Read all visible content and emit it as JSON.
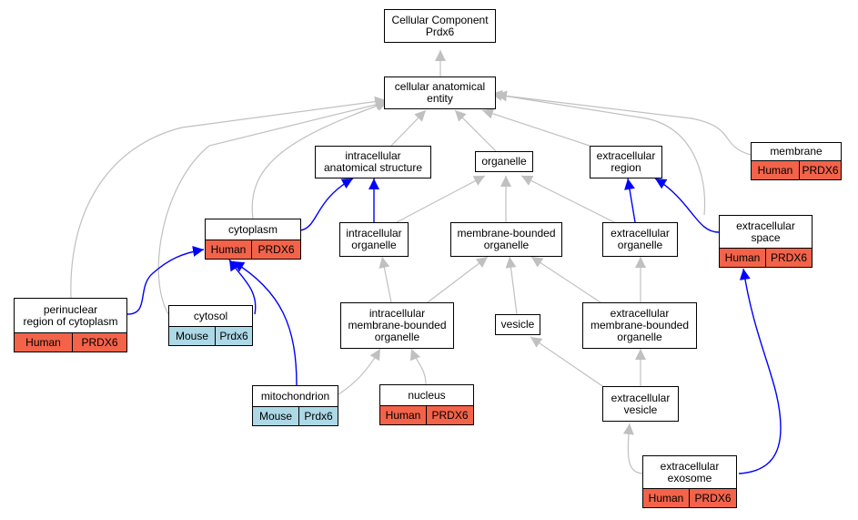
{
  "colors": {
    "human": "#f2634a",
    "mouse": "#add8e6",
    "edge_gray": "#c0c0c0",
    "edge_blue": "#0000ff"
  },
  "nodes": {
    "root": {
      "title": "Cellular Component\nPrdx6"
    },
    "cae": {
      "title": "cellular anatomical\nentity"
    },
    "ias": {
      "title": "intracellular\nanatomical structure"
    },
    "organelle": {
      "title": "organelle"
    },
    "exreg": {
      "title": "extracellular\nregion"
    },
    "membrane": {
      "title": "membrane",
      "species": "Human",
      "gene": "PRDX6"
    },
    "cytoplasm": {
      "title": "cytoplasm",
      "species": "Human",
      "gene": "PRDX6"
    },
    "io": {
      "title": "intracellular\norganelle"
    },
    "mbo": {
      "title": "membrane-bounded\norganelle"
    },
    "eo": {
      "title": "extracellular\norganelle"
    },
    "es": {
      "title": "extracellular\nspace",
      "species": "Human",
      "gene": "PRDX6"
    },
    "perinuclear": {
      "title": "perinuclear\nregion of cytoplasm",
      "species": "Human",
      "gene": "PRDX6"
    },
    "cytosol": {
      "title": "cytosol",
      "species": "Mouse",
      "gene": "Prdx6"
    },
    "imbo": {
      "title": "intracellular\nmembrane-bounded\norganelle"
    },
    "vesicle": {
      "title": "vesicle"
    },
    "embo": {
      "title": "extracellular\nmembrane-bounded\norganelle"
    },
    "mito": {
      "title": "mitochondrion",
      "species": "Mouse",
      "gene": "Prdx6"
    },
    "nucleus": {
      "title": "nucleus",
      "species": "Human",
      "gene": "PRDX6"
    },
    "ev": {
      "title": "extracellular\nvesicle"
    },
    "exosome": {
      "title": "extracellular\nexosome",
      "species": "Human",
      "gene": "PRDX6"
    }
  }
}
